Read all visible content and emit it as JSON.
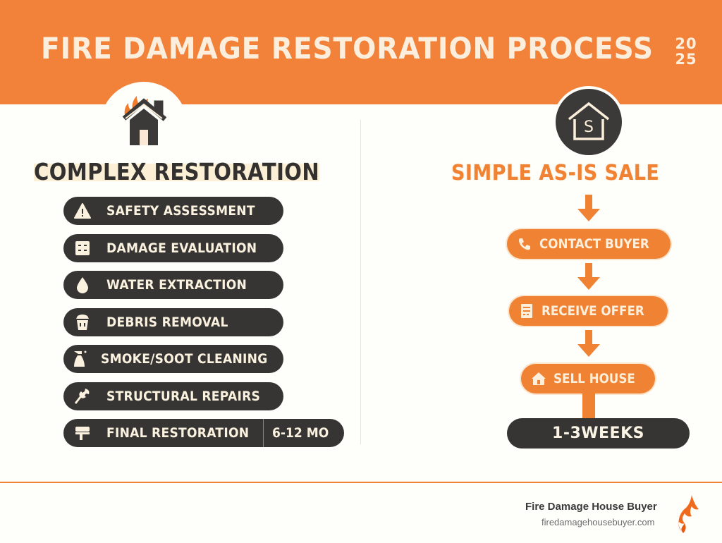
{
  "header": {
    "title": "FIRE DAMAGE RESTORATION PROCESS",
    "year_top": "20",
    "year_bottom": "25",
    "background_color": "#f28239"
  },
  "left_column": {
    "icon": "burning-house-icon",
    "title": "COMPLEX RESTORATION",
    "steps": [
      {
        "label": "SAFETY ASSESSMENT",
        "icon": "warning-triangle-icon"
      },
      {
        "label": "DAMAGE EVALUATION",
        "icon": "evaluation-grid-icon"
      },
      {
        "label": "WATER EXTRACTION",
        "icon": "water-drop-icon"
      },
      {
        "label": "DEBRIS REMOVAL",
        "icon": "trash-bin-icon"
      },
      {
        "label": "SMOKE/SOOT CLEANING",
        "icon": "spray-bottle-icon"
      },
      {
        "label": "STRUCTURAL REPAIRS",
        "icon": "wrench-icon"
      },
      {
        "label": "FINAL RESTORATION",
        "icon": "paint-roller-icon",
        "duration": "6-12 MO"
      }
    ],
    "pill_color": "#363534"
  },
  "right_column": {
    "icon": "house-dollar-icon",
    "title": "SIMPLE AS-IS SALE",
    "steps": [
      {
        "label": "CONTACT BUYER",
        "icon": "phone-icon"
      },
      {
        "label": "RECEIVE OFFER",
        "icon": "document-icon"
      },
      {
        "label": "SELL HOUSE",
        "icon": "house-icon"
      }
    ],
    "duration": "1-3WEEKS",
    "accent_color": "#f08234"
  },
  "footer": {
    "brand_name": "Fire Damage House Buyer",
    "url": "firedamagehousebuyer.com",
    "logo": "flame-logo-icon"
  }
}
